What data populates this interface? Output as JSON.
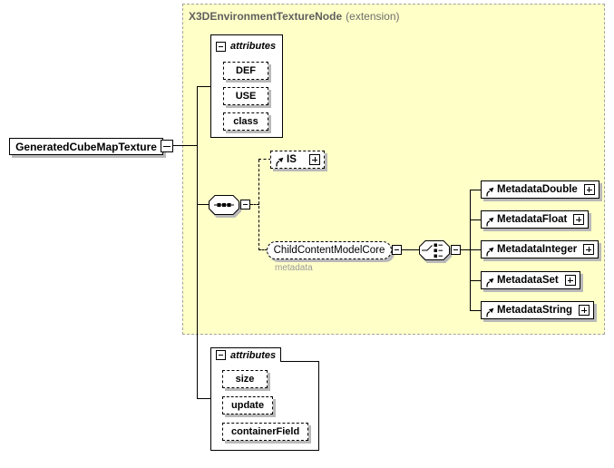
{
  "diagram": {
    "region": {
      "title": "X3DEnvironmentTextureNode",
      "title_suffix": "(extension)"
    },
    "root_element": {
      "label": "GeneratedCubeMapTexture"
    },
    "extension_attributes": {
      "header": "attributes",
      "items": [
        {
          "label": "DEF"
        },
        {
          "label": "USE"
        },
        {
          "label": "class"
        }
      ]
    },
    "sequence": {
      "icon": "sequence-icon"
    },
    "is_element": {
      "label": "IS"
    },
    "group_ref": {
      "label": "ChildContentModelCore",
      "annotation": "metadata"
    },
    "choice": {
      "icon": "choice-icon"
    },
    "choice_elements": [
      {
        "label": "MetadataDouble"
      },
      {
        "label": "MetadataFloat"
      },
      {
        "label": "MetadataInteger"
      },
      {
        "label": "MetadataSet"
      },
      {
        "label": "MetadataString"
      }
    ],
    "local_attributes": {
      "header": "attributes",
      "items": [
        {
          "label": "size"
        },
        {
          "label": "update"
        },
        {
          "label": "containerField"
        }
      ]
    },
    "colors": {
      "region_fill": "#ffffc8",
      "region_border": "#a3a3a3",
      "shadow": "#b9b9b9",
      "title_text": "#5f5f5f",
      "annotation_text": "#9b9b9b"
    }
  }
}
